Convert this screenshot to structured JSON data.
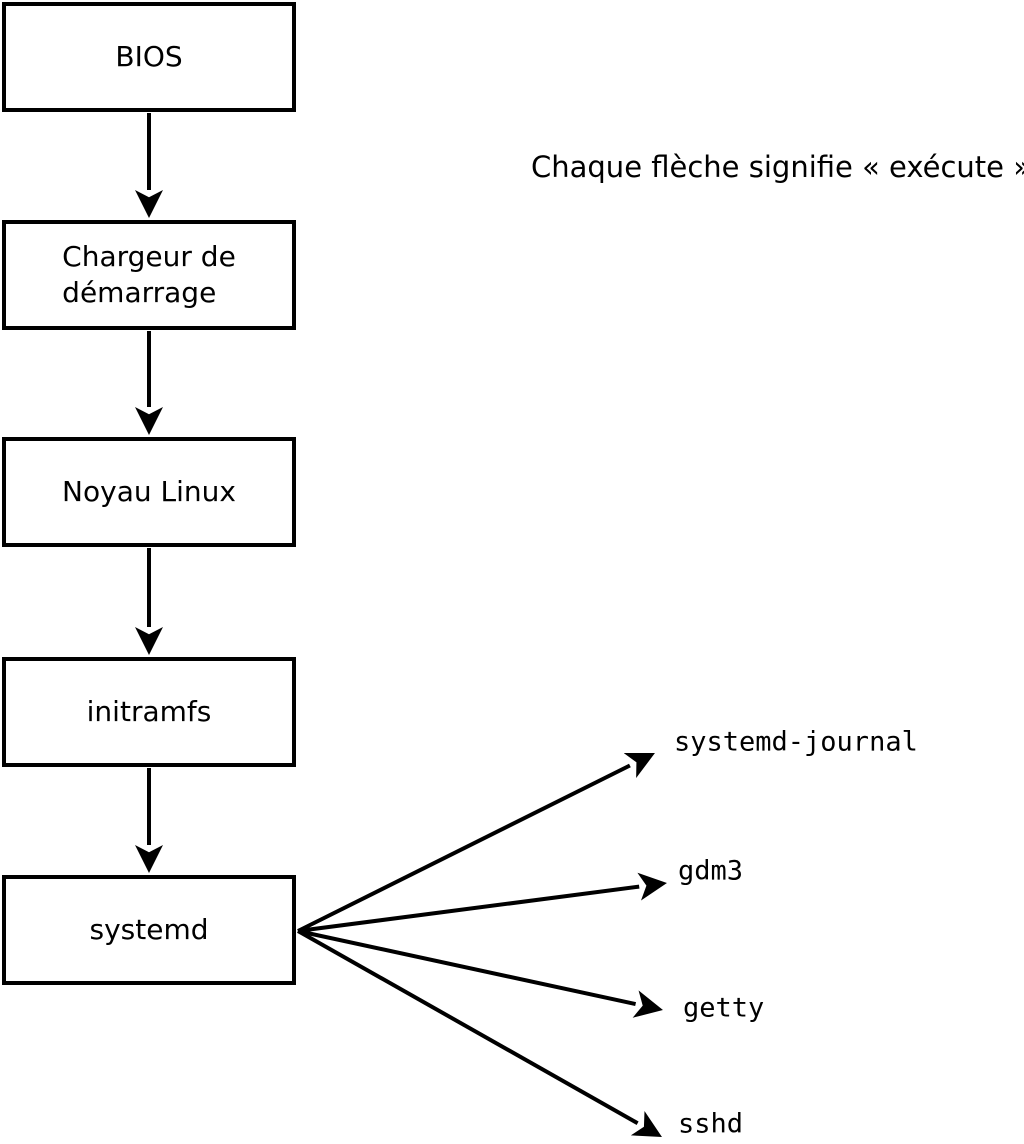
{
  "note": "Chaque flèche signifie « exécute ».",
  "nodes": [
    {
      "id": "bios",
      "label": "BIOS"
    },
    {
      "id": "bootloader",
      "label": "Chargeur de\ndémarrage"
    },
    {
      "id": "kernel",
      "label": "Noyau Linux"
    },
    {
      "id": "initramfs",
      "label": "initramfs"
    },
    {
      "id": "systemd",
      "label": "systemd"
    }
  ],
  "processes": [
    {
      "id": "systemd-journal",
      "label": "systemd-journal"
    },
    {
      "id": "gdm3",
      "label": "gdm3"
    },
    {
      "id": "getty",
      "label": "getty"
    },
    {
      "id": "sshd",
      "label": "sshd"
    }
  ],
  "edges_meaning": "exécute",
  "colors": {
    "stroke": "#000000",
    "text": "#000000",
    "box_fill": "#ffffff",
    "background": "#ffffff"
  }
}
